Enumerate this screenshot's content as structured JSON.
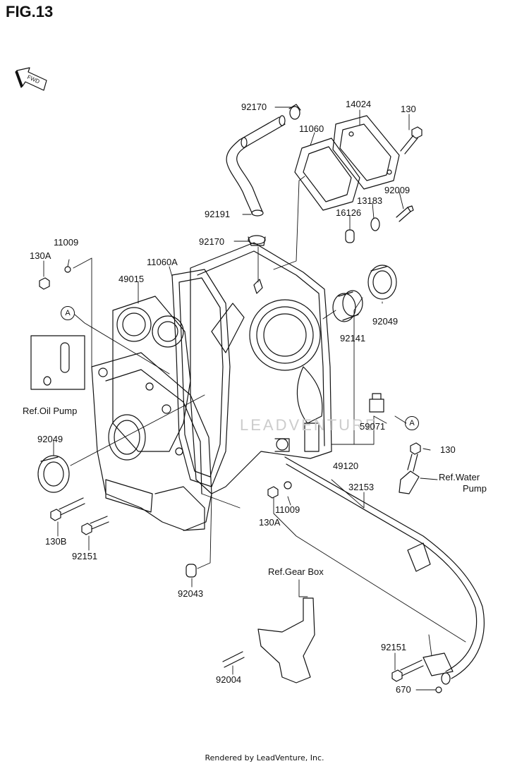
{
  "figure": {
    "title": "FIG.13"
  },
  "fwd_arrow": {
    "text": "FWD"
  },
  "watermark": "LEADVENTURE",
  "footer": "Rendered by LeadVenture, Inc.",
  "circle_marks": [
    "A",
    "A"
  ],
  "parts": [
    {
      "id": "p92170a",
      "text": "92170"
    },
    {
      "id": "p14024",
      "text": "14024"
    },
    {
      "id": "p130a",
      "text": "130"
    },
    {
      "id": "p11060",
      "text": "11060"
    },
    {
      "id": "p92009",
      "text": "92009"
    },
    {
      "id": "p13183",
      "text": "13183"
    },
    {
      "id": "p16126",
      "text": "16126"
    },
    {
      "id": "p92191",
      "text": "92191"
    },
    {
      "id": "p92170b",
      "text": "92170"
    },
    {
      "id": "p11009a",
      "text": "11009"
    },
    {
      "id": "p130A_a",
      "text": "130A"
    },
    {
      "id": "p11060A",
      "text": "11060A"
    },
    {
      "id": "p49015",
      "text": "49015"
    },
    {
      "id": "p92049a",
      "text": "92049"
    },
    {
      "id": "p92141",
      "text": "92141"
    },
    {
      "id": "pRefOil",
      "text": "Ref.Oil Pump"
    },
    {
      "id": "p59071",
      "text": "59071"
    },
    {
      "id": "p92049b",
      "text": "92049"
    },
    {
      "id": "p130b",
      "text": "130"
    },
    {
      "id": "p49120",
      "text": "49120"
    },
    {
      "id": "pRefWater1",
      "text": "Ref.Water"
    },
    {
      "id": "pRefWater2",
      "text": "Pump"
    },
    {
      "id": "p32153",
      "text": "32153"
    },
    {
      "id": "p11009b",
      "text": "11009"
    },
    {
      "id": "p130A_b",
      "text": "130A"
    },
    {
      "id": "p130B",
      "text": "130B"
    },
    {
      "id": "p92151a",
      "text": "92151"
    },
    {
      "id": "pRefGear",
      "text": "Ref.Gear Box"
    },
    {
      "id": "p92043",
      "text": "92043"
    },
    {
      "id": "p92151b",
      "text": "92151"
    },
    {
      "id": "p92004",
      "text": "92004"
    },
    {
      "id": "p670",
      "text": "670"
    }
  ]
}
